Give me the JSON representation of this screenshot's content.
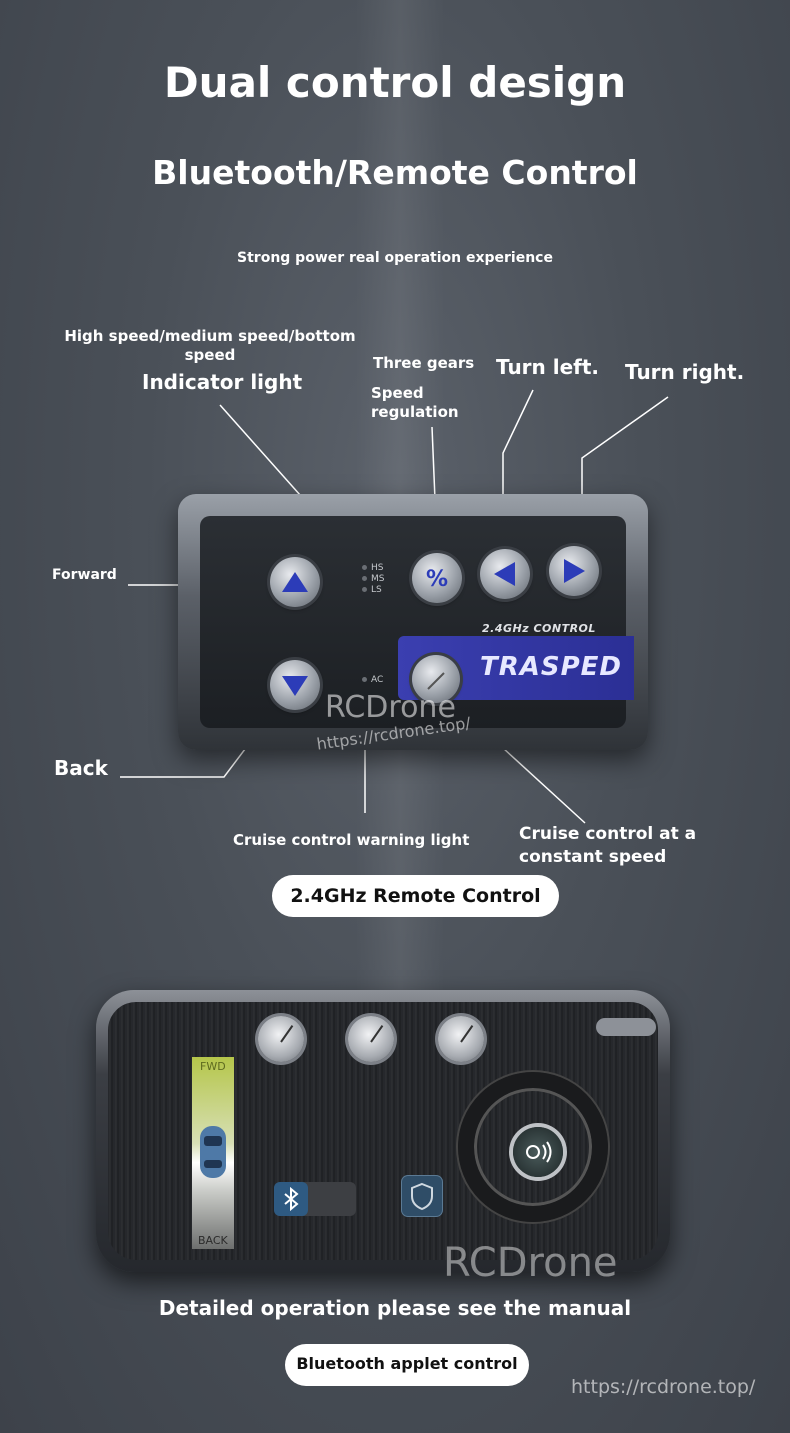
{
  "header": {
    "title": "Dual control design",
    "subtitle": "Bluetooth/Remote Control",
    "tagline": "Strong power real operation experience"
  },
  "labels": {
    "speed_indicator_small": "High speed/medium speed/bottom speed",
    "speed_indicator_large": "Indicator light",
    "three_gears": "Three gears",
    "speed_regulation": "Speed regulation",
    "turn_left": "Turn left.",
    "turn_right": "Turn right.",
    "forward": "Forward",
    "back": "Back",
    "cruise_warning": "Cruise control warning light",
    "cruise_constant": "Cruise control at a constant speed"
  },
  "remote": {
    "leds": [
      "HS",
      "MS",
      "LS"
    ],
    "ac_led": "AC",
    "control_text": "2.4GHz CONTROL",
    "brand": "TRASPED"
  },
  "watermarks": {
    "brand": "RCDrone",
    "url": "https://rcdrone.top/"
  },
  "badges": {
    "remote_control": "2.4GHz Remote Control",
    "bluetooth_applet": "Bluetooth applet control"
  },
  "phone": {
    "fwd": "FWD",
    "back": "BACK"
  },
  "footer": {
    "manual_note": "Detailed operation please see the manual"
  },
  "colors": {
    "accent_blue": "#2b2f95",
    "button_arrow": "#2c3cb8"
  }
}
